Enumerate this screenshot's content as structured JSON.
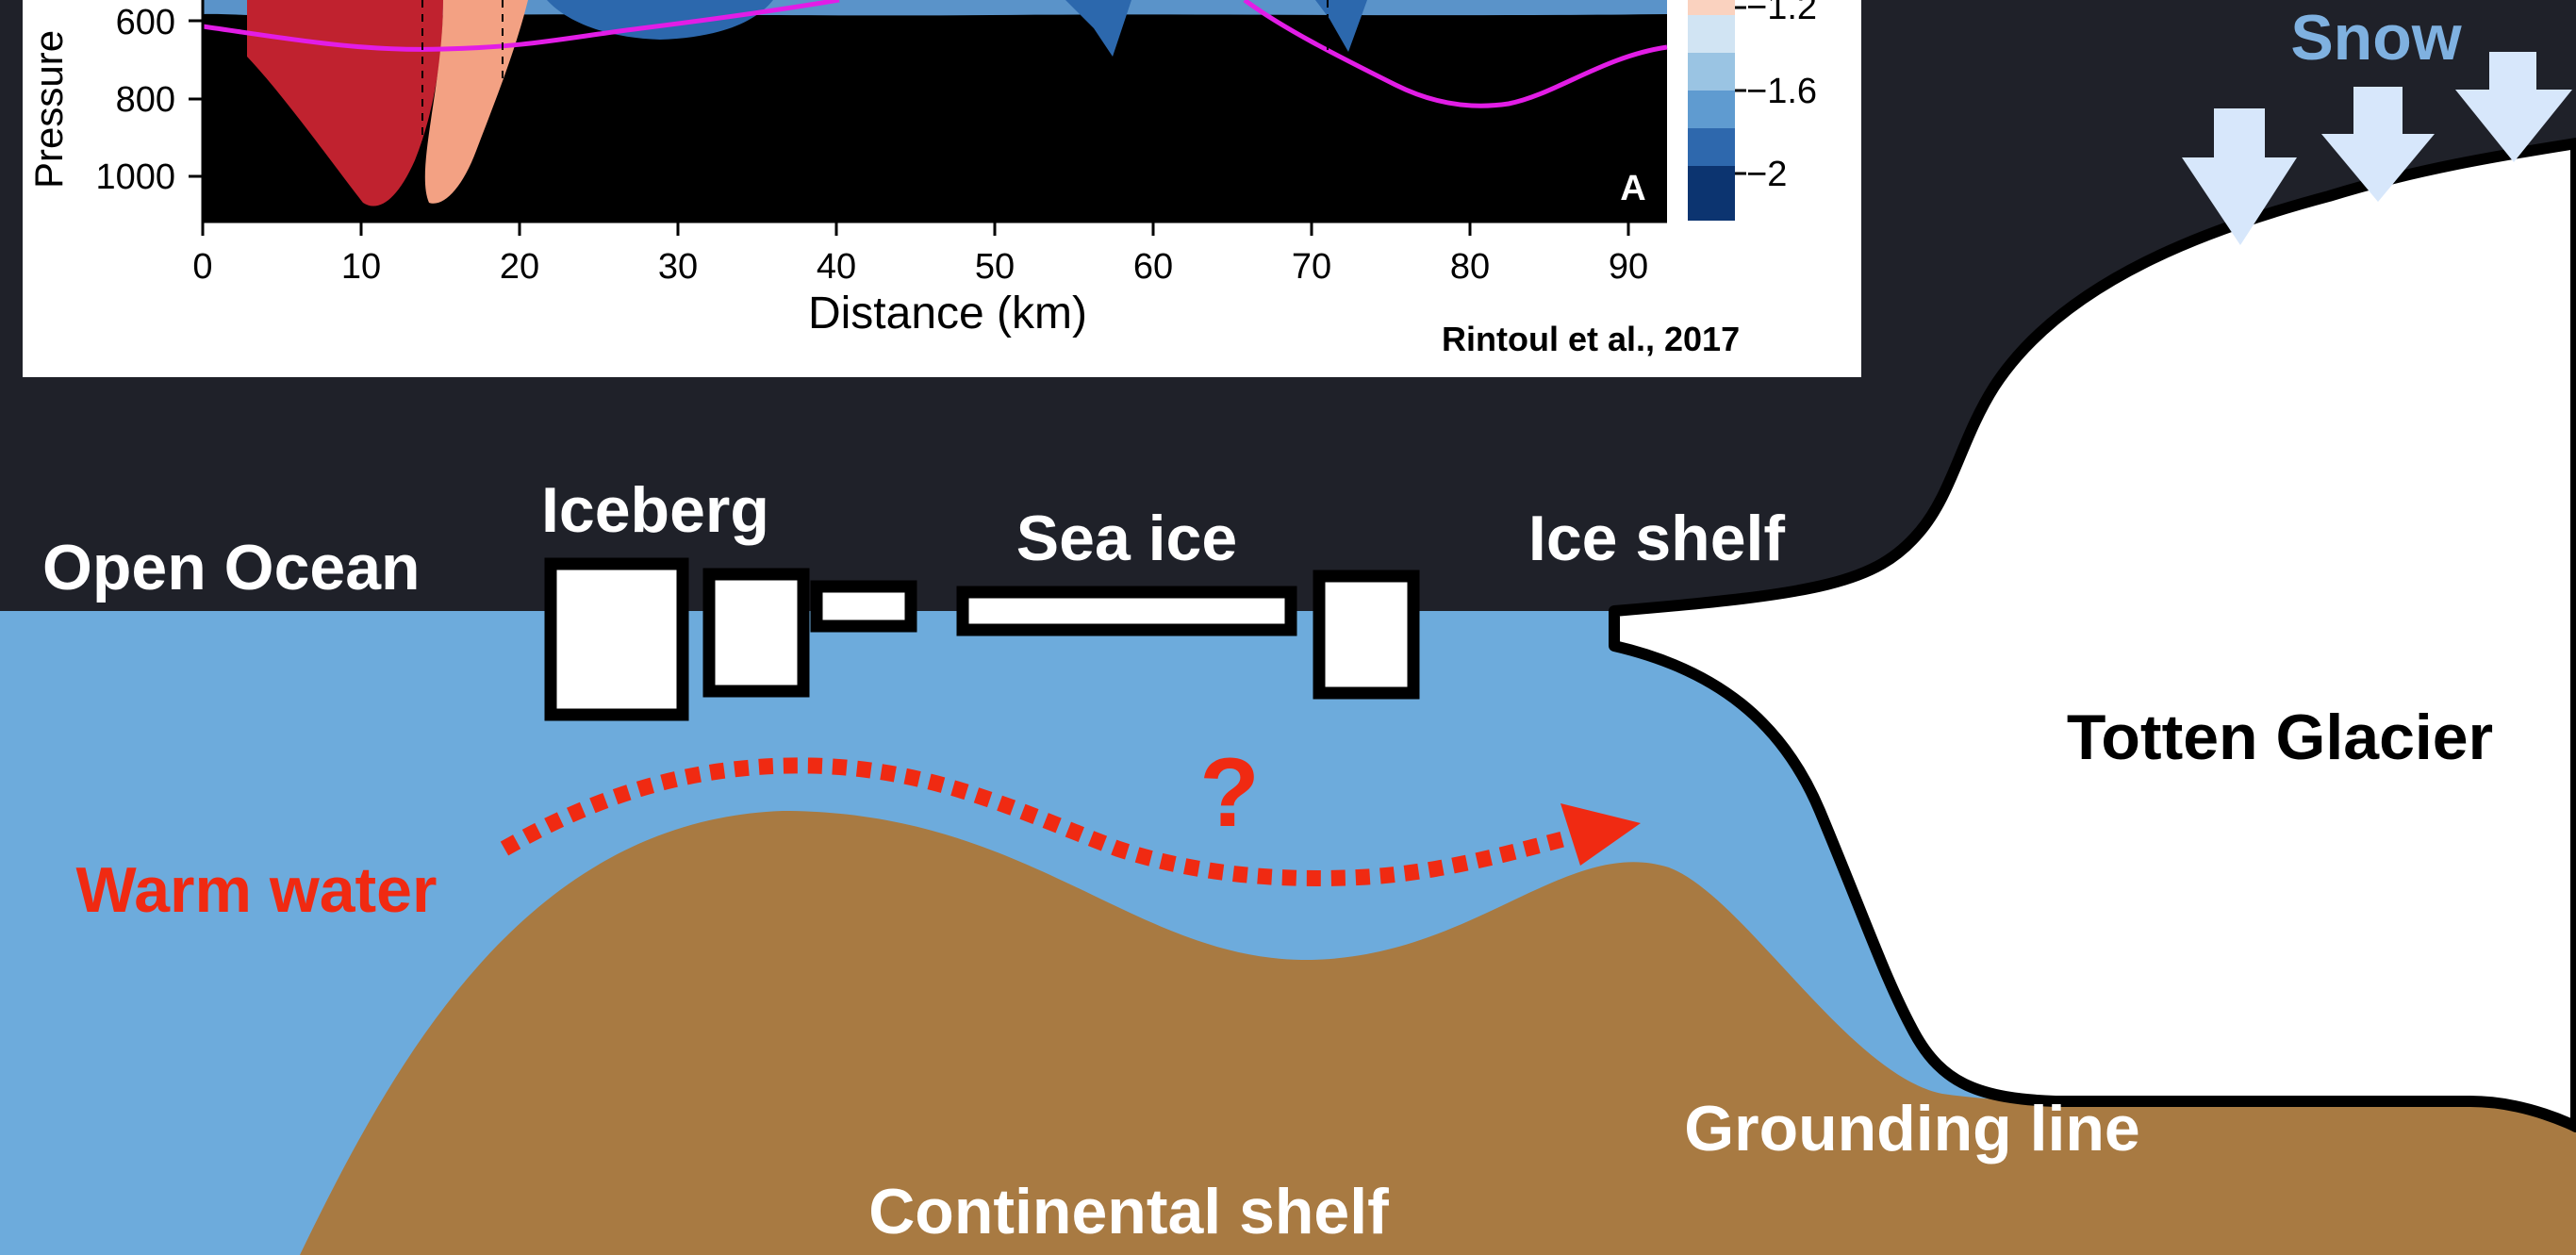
{
  "figure": {
    "y_axis_label": "Pressure",
    "y_ticks": [
      "600",
      "800",
      "1000"
    ],
    "x_axis_label": "Distance (km)",
    "x_ticks": [
      "0",
      "10",
      "20",
      "30",
      "40",
      "50",
      "60",
      "70",
      "80",
      "90"
    ],
    "colorbar_ticks": [
      "−1.2",
      "−1.6",
      "−2"
    ],
    "panel_letter": "A",
    "citation": "Rintoul et al., 2017"
  },
  "diagram": {
    "snow": "Snow",
    "open_ocean": "Open Ocean",
    "iceberg": "Iceberg",
    "sea_ice": "Sea ice",
    "ice_shelf": "Ice shelf",
    "totten_glacier": "Totten Glacier",
    "warm_water": "Warm water",
    "question": "?",
    "grounding_line": "Grounding line",
    "continental_shelf": "Continental shelf"
  },
  "colors": {
    "background": "#1f2129",
    "ocean": "#6dabdc",
    "shelf": "#a87a42",
    "snow_arrows": "#d7e7fb",
    "snow_label": "#7fb1e0",
    "warm_water": "#f02a12",
    "glacier": "#ffffff",
    "trace": "#e21de6"
  }
}
